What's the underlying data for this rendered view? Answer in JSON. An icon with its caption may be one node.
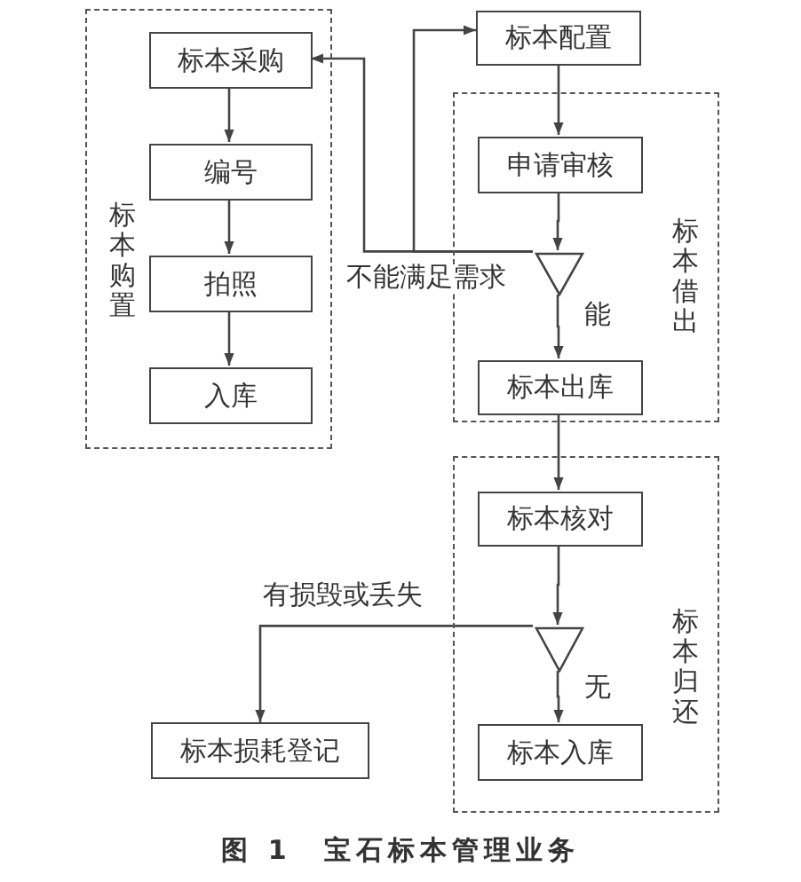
{
  "diagram": {
    "caption": "图 1　宝石标本管理业务",
    "nodes": [
      {
        "text": [
          "标本购置"
        ]
      },
      {
        "text": [
          "标本采购"
        ],
        "in": 0
      },
      {
        "text": [
          "编号"
        ],
        "in": 0
      },
      {
        "text": [
          "拍照"
        ],
        "in": 0
      },
      {
        "text": [
          "入库"
        ],
        "in": 0
      },
      {
        "text": [
          "标本配置"
        ]
      },
      {
        "text": [
          "标本借出"
        ]
      },
      {
        "text": [
          "申请审核"
        ],
        "in": 6
      },
      {
        "text": [],
        "shape": "triangle",
        "in": 6
      },
      {
        "text": [
          "标本出库"
        ],
        "in": 6
      },
      {
        "text": [
          "标本归还"
        ]
      },
      {
        "text": [
          "标本核对"
        ],
        "in": 10
      },
      {
        "text": [],
        "shape": "triangle",
        "in": 10
      },
      {
        "text": [
          "标本入库"
        ],
        "in": 10
      },
      {
        "text": [
          "标本损耗登记"
        ]
      }
    ],
    "edges": [
      {
        "from": 1,
        "to": 2,
        "arrow": "to"
      },
      {
        "from": 2,
        "to": 3,
        "arrow": "to"
      },
      {
        "from": 3,
        "to": 4,
        "arrow": "to"
      },
      {
        "from": 5,
        "to": 7,
        "arrow": "to"
      },
      {
        "from": 7,
        "to": 8,
        "arrow": "to"
      },
      {
        "from": 8,
        "to": 9,
        "arrow": "to",
        "label": "能"
      },
      {
        "from": 9,
        "to": 11,
        "arrow": "to"
      },
      {
        "from": 11,
        "to": 12,
        "arrow": "to"
      },
      {
        "from": 12,
        "to": 13,
        "arrow": "to",
        "label": "无"
      },
      {
        "from": 12,
        "to": 14,
        "arrow": "to",
        "label": "有损毁或丢失"
      },
      {
        "from": 8,
        "to": 1,
        "arrow": "to",
        "label": "不能满足需求"
      },
      {
        "from": 8,
        "to": 5,
        "arrow": "to"
      }
    ]
  }
}
